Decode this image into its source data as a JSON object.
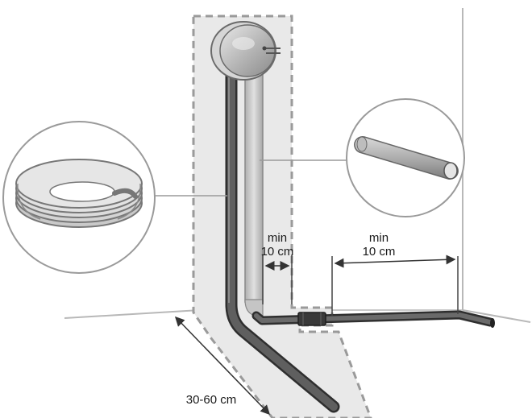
{
  "dimensions": {
    "center_gap": {
      "line1": "min",
      "line2": "10 cm"
    },
    "right_gap": {
      "line1": "min",
      "line2": "10 cm"
    },
    "diagonal_distance": "30-60 cm"
  },
  "colors": {
    "zone_fill": "#e9e9e9",
    "zone_border": "#9a9a9a",
    "pipe_dark": "#505050",
    "pipe_light": "#c8c8c8",
    "wall_line": "#b5b5b5",
    "circle_border": "#9a9a9a",
    "text": "#1a1a1a"
  },
  "icons": {
    "insulation_coil": "coiled-insulation-hose-icon",
    "foam_rod": "foam-rod-icon",
    "junction_box": "round-junction-box-icon",
    "connector": "pipe-connector-icon"
  }
}
